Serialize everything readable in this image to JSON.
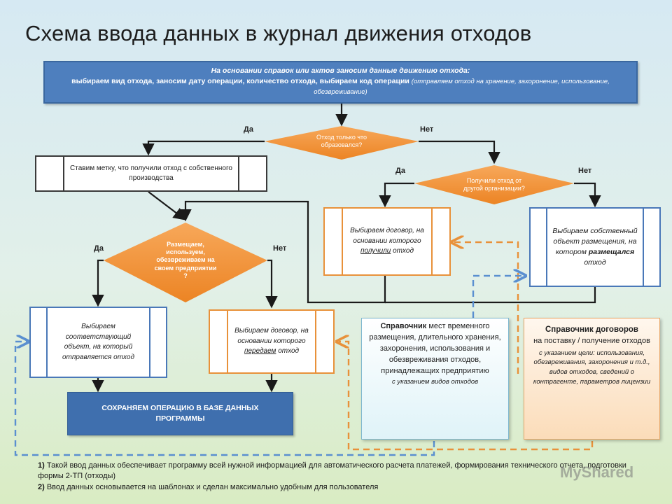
{
  "title": "Схема ввода данных в журнал движения отходов",
  "top_box": {
    "line1": "На основании справок или актов заносим данные движению отхода:",
    "line2": "выбираем вид отхода, заносим дату операции, количество отхода, выбираем код операции",
    "line2_note": "(отправляем отход на хранение, захоронение, использование, обезвреживание)"
  },
  "decision1": {
    "label": "Отход только что образовался?",
    "yes": "Да",
    "no": "Нет"
  },
  "decision2": {
    "label": "Получили отход от другой организации?",
    "yes": "Да",
    "no": "Нет"
  },
  "decision3": {
    "label": "Размещаем, используем, обезвреживаем на своем предприятии ?",
    "yes": "Да",
    "no": "Нет"
  },
  "mark_box": "Ставим метку, что получили отход с собственного производства",
  "contract_received": {
    "pre": "Выбираем договор, на основании которого",
    "underlined": "получили",
    "post": "отход"
  },
  "own_object": {
    "pre": "Выбираем собственный объект размещения, на котором",
    "bold": "размещался",
    "post": "отход"
  },
  "corresponding_object": "Выбираем соответствующий объект, на который отправляется отход",
  "contract_transfer": {
    "pre": "Выбираем договор, на основании которого",
    "underlined": "передаем",
    "post": "отход"
  },
  "save_box": "СОХРАНЯЕМ ОПЕРАЦИЮ В БАЗЕ ДАННЫХ ПРОГРАММЫ",
  "ref_places": {
    "bold": "Справочник",
    "text": "мест временного размещения, длительного хранения, захоронения, использования и обезвреживания отходов, принадлежащих предприятию",
    "note": "с указанием видов отходов"
  },
  "ref_contracts": {
    "bold": "Справочник договоров",
    "text": "на поставку / получение отходов",
    "note": "с указанием цели: использования, обезвреживания, захоронения и т.д., видов отходов, сведений о контрагенте, параметров лицензии"
  },
  "notes": [
    {
      "num": "1)",
      "text": "Такой ввод данных обеспечивает программу всей нужной информацией для автоматического расчета платежей, формирования технического отчета, подготовки формы 2-ТП (отходы)"
    },
    {
      "num": "2)",
      "text": "Ввод данных основывается на шаблонах и сделан максимально удобным для пользователя"
    }
  ],
  "watermark": "MyShared",
  "colors": {
    "blue": "#4e7fbe",
    "orange": "#f0902e",
    "line": "#1a1a1a",
    "dash_orange": "#e8913a",
    "dash_blue": "#5a8fd0"
  }
}
